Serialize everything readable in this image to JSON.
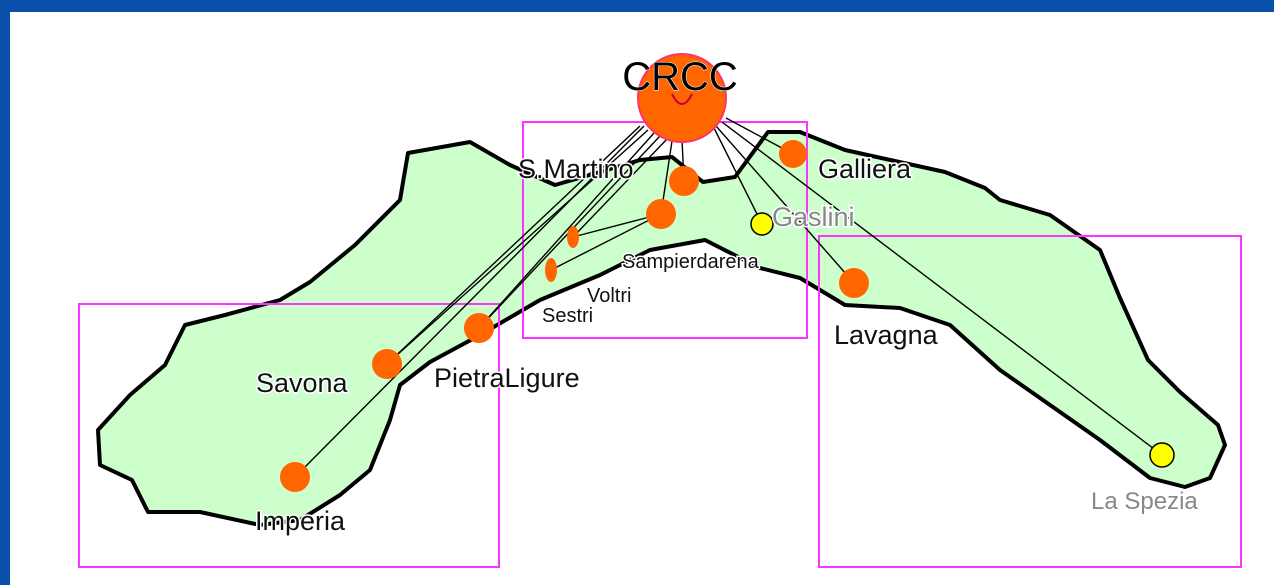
{
  "diagram": {
    "hub": {
      "label": "CRCC",
      "color": "#ff6600"
    },
    "region_fill": "#ccffcc",
    "frame_color": "#ff33ff",
    "nodes": [
      {
        "id": "smartino",
        "label": "S.Martino",
        "kind": "orange"
      },
      {
        "id": "galliera",
        "label": "Galliera",
        "kind": "orange"
      },
      {
        "id": "gaslini",
        "label": "Gaslini",
        "kind": "yellow"
      },
      {
        "id": "sampierdarena",
        "label": "Sampierdarena",
        "kind": "orange"
      },
      {
        "id": "voltri",
        "label": "Voltri",
        "kind": "orange"
      },
      {
        "id": "sestri",
        "label": "Sestri",
        "kind": "orange"
      },
      {
        "id": "savona",
        "label": "Savona",
        "kind": "orange"
      },
      {
        "id": "pietraligure",
        "label": "PietraLigure",
        "kind": "orange"
      },
      {
        "id": "imperia",
        "label": "Imperia",
        "kind": "orange"
      },
      {
        "id": "lavagna",
        "label": "Lavagna",
        "kind": "orange"
      },
      {
        "id": "laspezia",
        "label": "La Spezia",
        "kind": "yellow"
      }
    ],
    "colors": {
      "orange": "#ff6600",
      "yellow": "#ffff00",
      "line": "#000000"
    }
  }
}
